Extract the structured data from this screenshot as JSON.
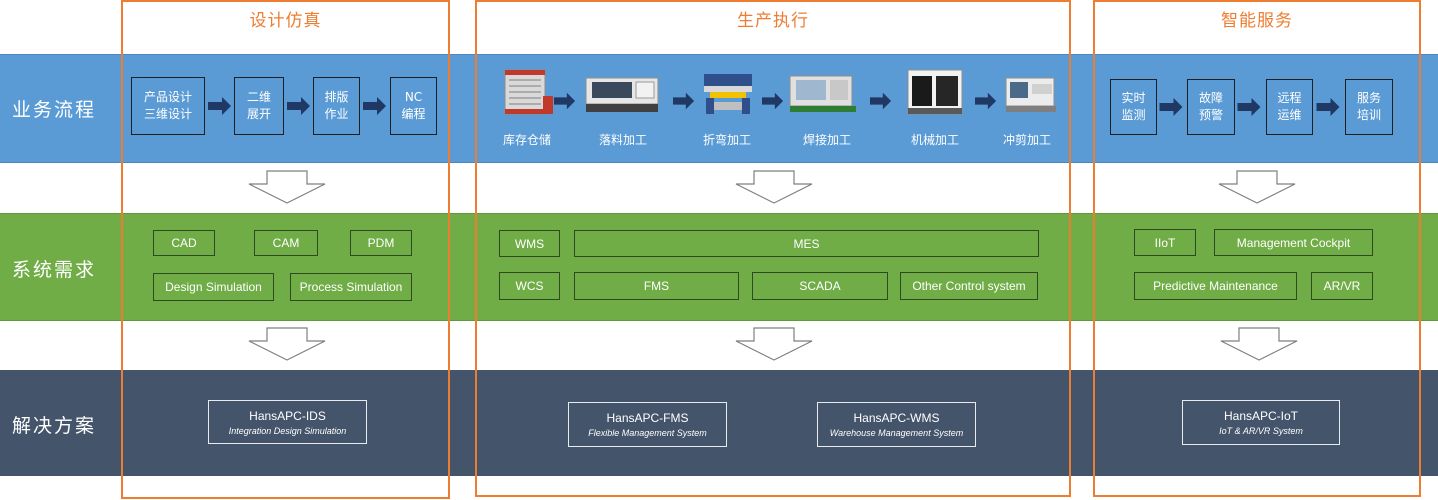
{
  "columns": {
    "design": {
      "title": "设计仿真"
    },
    "production": {
      "title": "生产执行"
    },
    "service": {
      "title": "智能服务"
    }
  },
  "rows": {
    "business": {
      "label": "业务流程"
    },
    "requirements": {
      "label": "系统需求"
    },
    "solutions": {
      "label": "解决方案"
    }
  },
  "design_process": [
    "产品设计\n三维设计",
    "二维\n展开",
    "排版\n作业",
    "NC\n编程"
  ],
  "production_steps": [
    "库存仓储",
    "落料加工",
    "折弯加工",
    "焊接加工",
    "机械加工",
    "冲剪加工"
  ],
  "service_process": [
    "实时\n监测",
    "故障\n预警",
    "远程\n运维",
    "服务\n培训"
  ],
  "requirements": {
    "design": [
      "CAD",
      "CAM",
      "PDM",
      "Design Simulation",
      "Process Simulation"
    ],
    "production": [
      "WMS",
      "MES",
      "WCS",
      "FMS",
      "SCADA",
      "Other Control system"
    ],
    "service": [
      "IIoT",
      "Management Cockpit",
      "Predictive Maintenance",
      "AR/VR"
    ]
  },
  "solutions": {
    "ids": {
      "name": "HansAPC-IDS",
      "subtitle": "Integration Design Simulation"
    },
    "fms": {
      "name": "HansAPC-FMS",
      "subtitle": "Flexible Management System"
    },
    "wms": {
      "name": "HansAPC-WMS",
      "subtitle": "Warehouse Management System"
    },
    "iot": {
      "name": "HansAPC-IoT",
      "subtitle": "IoT & AR/VR System"
    }
  },
  "colors": {
    "business_band": "#5b9bd5",
    "requirements_band": "#70ad47",
    "solutions_band": "#44546a",
    "column_frame": "#ed7d31",
    "process_arrow": "#1f3864"
  }
}
